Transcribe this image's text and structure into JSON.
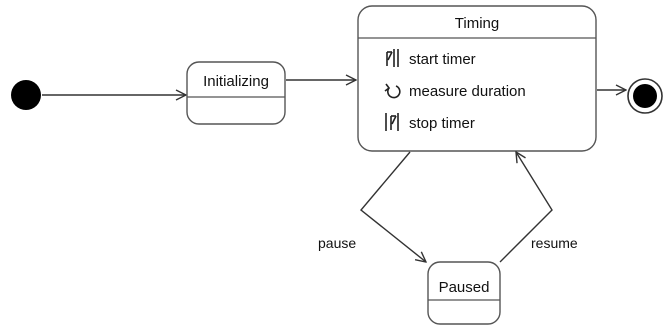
{
  "diagram": {
    "states": {
      "initializing": {
        "name": "Initializing"
      },
      "timing": {
        "name": "Timing",
        "actions": [
          {
            "icon": "entry-action-icon",
            "label": "start timer"
          },
          {
            "icon": "do-activity-icon",
            "label": "measure duration"
          },
          {
            "icon": "exit-action-icon",
            "label": "stop timer"
          }
        ]
      },
      "paused": {
        "name": "Paused"
      }
    },
    "transitions": {
      "pause": "pause",
      "resume": "resume"
    }
  }
}
